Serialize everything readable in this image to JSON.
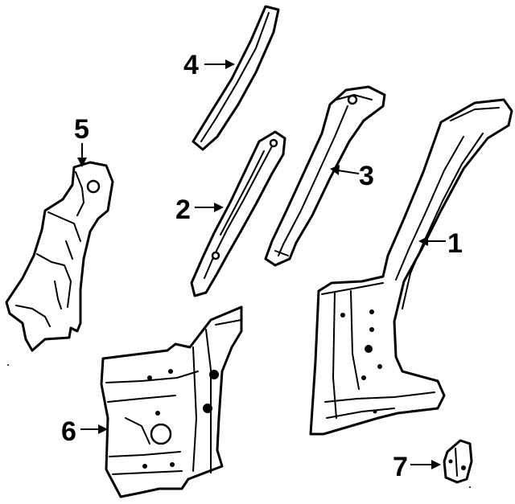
{
  "callouts": [
    {
      "number": "1",
      "name": "part-1-b-pillar-inner"
    },
    {
      "number": "2",
      "name": "part-2-pillar-reinforcement"
    },
    {
      "number": "3",
      "name": "part-3-pillar-upper"
    },
    {
      "number": "4",
      "name": "part-4-windshield-pillar-strip"
    },
    {
      "number": "5",
      "name": "part-5-lower-panel"
    },
    {
      "number": "6",
      "name": "part-6-hinge-pillar"
    },
    {
      "number": "7",
      "name": "part-7-bracket"
    }
  ]
}
